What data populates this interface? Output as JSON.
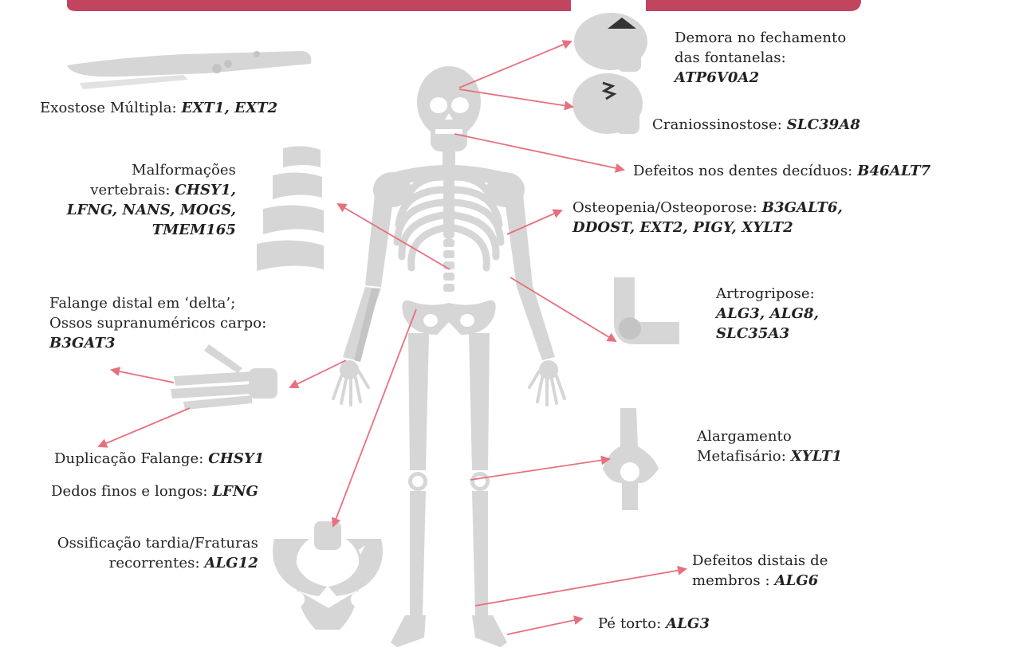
{
  "colors": {
    "bone": "#d6d6d6",
    "bone_dark": "#c4c4c4",
    "arrow": "#e8707e",
    "banner": "#c2455f",
    "cranio_mark": "#333333"
  },
  "labels": {
    "exostose": {
      "text": "Exostose Múltipla: ",
      "genes": "EXT1, EXT2"
    },
    "malformacoes": {
      "line1": "Malformações",
      "line2": "vertebrais: ",
      "genes2": "CHSY1,",
      "genes3": "LFNG, NANS, MOGS,",
      "genes4": "TMEM165"
    },
    "falange_delta": {
      "line1": "Falange distal em ‘delta’;",
      "line2": "Ossos supranuméricos carpo:",
      "genes": "B3GAT3"
    },
    "duplicacao": {
      "text": "Duplicação Falange: ",
      "genes": "CHSY1"
    },
    "dedos": {
      "text": "Dedos finos e longos: ",
      "genes": "LFNG"
    },
    "ossificacao": {
      "line1": "Ossificação tardia/Fraturas",
      "line2": "recorrentes: ",
      "genes": "ALG12"
    },
    "fontanelas": {
      "line1": "Demora no fechamento",
      "line2": "das fontanelas:",
      "genes": "ATP6V0A2"
    },
    "cranio": {
      "text": "Craniossinostose: ",
      "genes": "SLC39A8"
    },
    "dentes": {
      "text": "Defeitos nos  dentes decíduos: ",
      "genes": "B46ALT7"
    },
    "osteopenia": {
      "line1": "Osteopenia/Osteoporose: ",
      "genes1": "B3GALT6,",
      "genes2": "DDOST, EXT2, PIGY, XYLT2"
    },
    "artrogripose": {
      "line1": "Artrogripose:",
      "genes1": "ALG3, ALG8,",
      "genes2": "SLC35A3"
    },
    "alargamento": {
      "line1": "Alargamento",
      "line2": "Metafisário: ",
      "genes": "XYLT1"
    },
    "distais": {
      "line1": "Defeitos distais de",
      "line2": "membros : ",
      "genes": "ALG6"
    },
    "pe_torto": {
      "text": "Pé torto: ",
      "genes": "ALG3"
    }
  }
}
